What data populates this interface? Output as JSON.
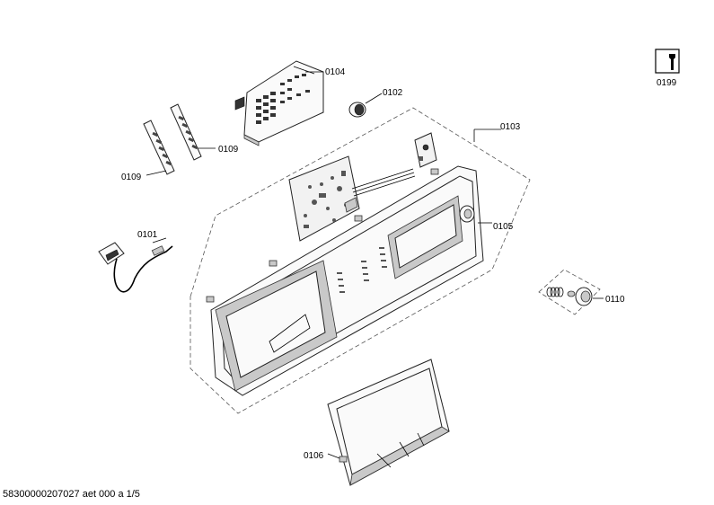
{
  "labels": {
    "p0104": "0104",
    "p0102": "0102",
    "p0103": "0103",
    "p0109a": "0109",
    "p0109b": "0109",
    "p0101": "0101",
    "p0105": "0105",
    "p0110": "0110",
    "p0106": "0106",
    "p0199": "0199"
  },
  "footer": {
    "code": "58300000207027 aet 000 a 1/5"
  },
  "icons": {
    "service": "wrench-service-icon"
  }
}
